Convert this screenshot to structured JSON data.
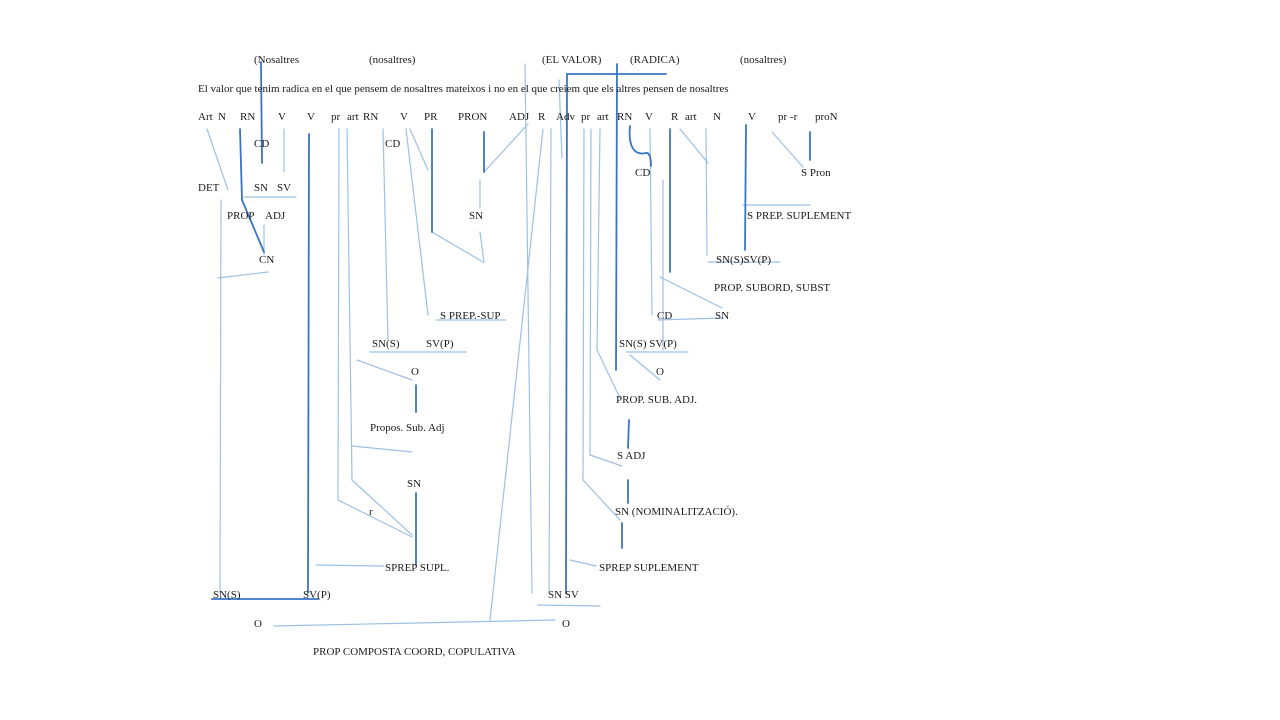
{
  "colors": {
    "line_light": "#9ec0e4",
    "line_dark": "#3a75c4",
    "text": "#1a1a1a",
    "background": "#ffffff"
  },
  "sentence": "El valor que tenim radica en el que pensem de nosaltres mateixos i no en el que creiem que els altres pensen de nosaltres",
  "annotations": [
    "(Nosaltres",
    "(nosaltres)",
    "(EL VALOR)",
    "(RADICA)",
    "(nosaltres)"
  ],
  "tags": [
    "Art",
    "N",
    "RN",
    "V",
    "V",
    "pr",
    "art",
    "RN",
    "V",
    "PR",
    "PRON",
    "ADJ",
    "R",
    "Adv",
    "pr",
    "art",
    "RN",
    "V",
    "R",
    "art",
    "N",
    "V",
    "pr -r",
    "proN"
  ],
  "nodes": [
    "CD",
    "CD",
    "DET",
    "SN",
    "SV",
    "PROP",
    "ADJ",
    "CN",
    "SN",
    "CD",
    "S Pron",
    "S PREP. SUPLEMENT",
    "SN(S)SV(P)",
    "PROP. SUBORD, SUBST",
    "S PREP.-SUP",
    "CD",
    "SN",
    "SN(S)",
    "SV(P)",
    "SN(S) SV(P)",
    "O",
    "O",
    "PROP. SUB. ADJ.",
    "Propos. Sub. Adj",
    "S ADJ",
    "SN",
    "SN (NOMINALITZACIÓ).",
    "r",
    "SPREP SUPL.",
    "SPREP SUPLEMENT",
    "SN(S)",
    "SV(P)",
    "SN SV",
    "O",
    "O",
    "PROP COMPOSTA COORD, COPULATIVA"
  ]
}
